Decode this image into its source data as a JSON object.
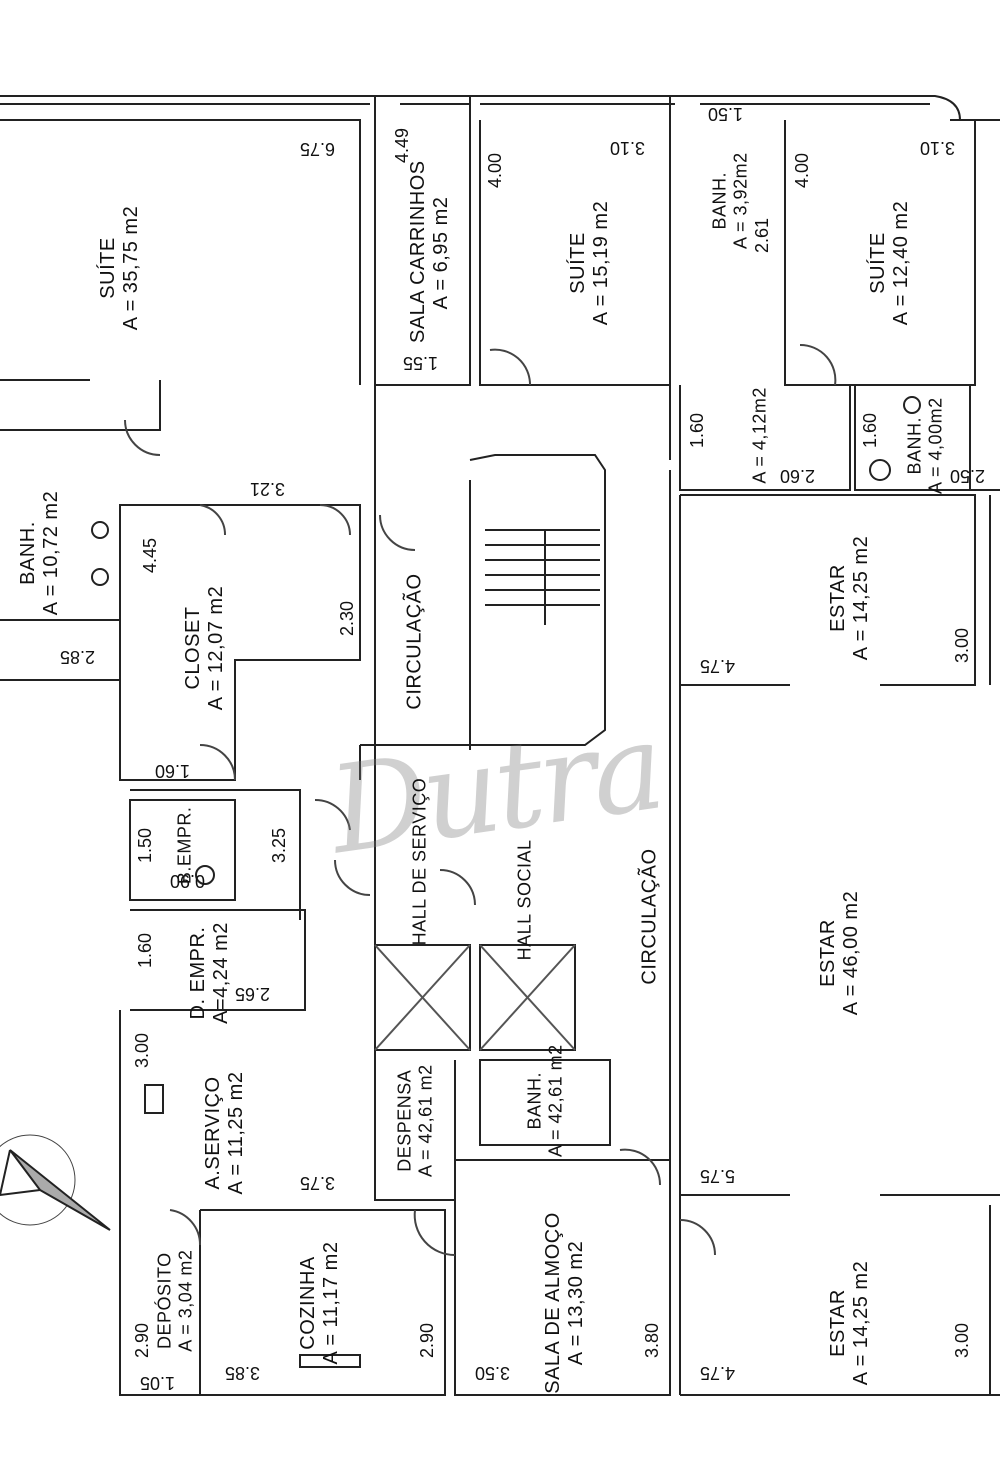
{
  "rooms": [
    {
      "id": "suite-master",
      "name": "SUÍTE",
      "area": "A = 35,75 m2"
    },
    {
      "id": "sala-carrinhos",
      "name": "SALA CARRINHOS",
      "area": "A = 6,95 m2"
    },
    {
      "id": "suite-2",
      "name": "SUÍTE",
      "area": "A = 15,19 m2"
    },
    {
      "id": "banh-suite-2",
      "name": "BANH.",
      "area": "A = 3,92m2"
    },
    {
      "id": "suite-3",
      "name": "SUÍTE",
      "area": "A = 12,40 m2"
    },
    {
      "id": "banh-master",
      "name": "BANH.",
      "area": "A = 10,72 m2"
    },
    {
      "id": "closet",
      "name": "CLOSET",
      "area": "A = 12,07 m2"
    },
    {
      "id": "circulacao-1",
      "name": "CIRCULAÇÃO",
      "area": ""
    },
    {
      "id": "banh-hall",
      "name": "",
      "area": "A = 4,12m2"
    },
    {
      "id": "banh-suite-3",
      "name": "BANH.",
      "area": "A = 4,00m2"
    },
    {
      "id": "estar-1",
      "name": "ESTAR",
      "area": "A = 14,25 m2"
    },
    {
      "id": "b-empr",
      "name": "B.EMPR.",
      "area": ""
    },
    {
      "id": "d-empr",
      "name": "D. EMPR.",
      "area": "A=4,24 m2"
    },
    {
      "id": "hall-servico",
      "name": "HALL DE SERVIÇO",
      "area": ""
    },
    {
      "id": "hall-social",
      "name": "HALL SOCIAL",
      "area": ""
    },
    {
      "id": "circulacao-2",
      "name": "CIRCULAÇÃO",
      "area": ""
    },
    {
      "id": "estar-2",
      "name": "ESTAR",
      "area": "A = 46,00 m2"
    },
    {
      "id": "a-servico",
      "name": "A.SERVIÇO",
      "area": "A = 11,25 m2"
    },
    {
      "id": "despensa",
      "name": "DESPENSA",
      "area": "A = 42,61 m2"
    },
    {
      "id": "banh-social",
      "name": "BANH.",
      "area": "A = 42,61 m2"
    },
    {
      "id": "deposito",
      "name": "DEPÓSITO",
      "area": "A = 3,04 m2"
    },
    {
      "id": "cozinha",
      "name": "COZINHA",
      "area": "A = 11,17 m2"
    },
    {
      "id": "sala-almoco",
      "name": "SALA DE ALMOÇO",
      "area": "A = 13,30  m2"
    },
    {
      "id": "estar-3",
      "name": "ESTAR",
      "area": "A = 14,25 m2"
    }
  ],
  "dims": {
    "d675": "6.75",
    "d449": "4.49",
    "d150a": "1.50",
    "d310a": "3.10",
    "d400a": "4.00",
    "d261": "2.61",
    "d400b": "4.00",
    "d310b": "3.10",
    "d155": "1.55",
    "d160a": "1.60",
    "d160b": "1.60",
    "d260": "2.60",
    "d250": "2.50",
    "d321": "3.21",
    "d445": "4.45",
    "d230": "2.30",
    "d285": "2.85",
    "d300a": "3.00",
    "d475a": "4.75",
    "d160c": "1.60",
    "d150b": "1.50",
    "d090": "0.90",
    "d325": "3.25",
    "d160d": "1.60",
    "d265": "2.65",
    "d300b": "3.00",
    "d375": "3.75",
    "d575": "5.75",
    "d290a": "2.90",
    "d105": "1.05",
    "d385": "3.85",
    "d290b": "2.90",
    "d350": "3.50",
    "d380": "3.80",
    "d475b": "4.75",
    "d300c": "3.00"
  },
  "watermark": "Dutra"
}
